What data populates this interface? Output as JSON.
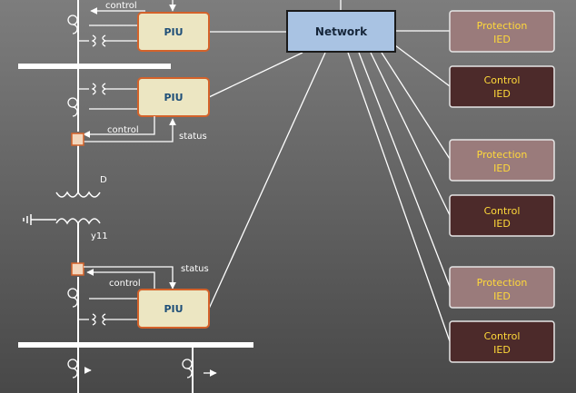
{
  "colors": {
    "bg_top": "#7d7d7d",
    "bg_bottom": "#484848",
    "piu_fill": "#ece6c2",
    "piu_stroke": "#d4622a",
    "piu_text": "#1f4f78",
    "network_fill": "#a9c3e3",
    "network_text": "#16263a",
    "protection_fill": "#9a7b7b",
    "control_fill": "#4c2a2a",
    "ied_text": "#ffd93a",
    "line": "#ffffff",
    "breaker_fill": "#f3d7bd"
  },
  "network": {
    "label": "Network"
  },
  "pius": [
    {
      "label": "PIU"
    },
    {
      "label": "PIU"
    },
    {
      "label": "PIU"
    }
  ],
  "ieds": [
    {
      "line1": "Protection",
      "line2": "IED",
      "kind": "protection"
    },
    {
      "line1": "Control",
      "line2": "IED",
      "kind": "control"
    },
    {
      "line1": "Protection",
      "line2": "IED",
      "kind": "protection"
    },
    {
      "line1": "Control",
      "line2": "IED",
      "kind": "control"
    },
    {
      "line1": "Protection",
      "line2": "IED",
      "kind": "protection"
    },
    {
      "line1": "Control",
      "line2": "IED",
      "kind": "control"
    }
  ],
  "labels": {
    "control_top": "control",
    "control_mid": "control",
    "status_mid": "status",
    "transformer_d": "D",
    "transformer_y": "y11",
    "status_bottom": "status",
    "control_bottom": "control"
  },
  "icons": {
    "ct": "current-transformer-icon",
    "vt": "voltage-transformer-icon",
    "breaker": "circuit-breaker-icon",
    "ground": "ground-icon",
    "arrow": "arrow-head-icon"
  }
}
